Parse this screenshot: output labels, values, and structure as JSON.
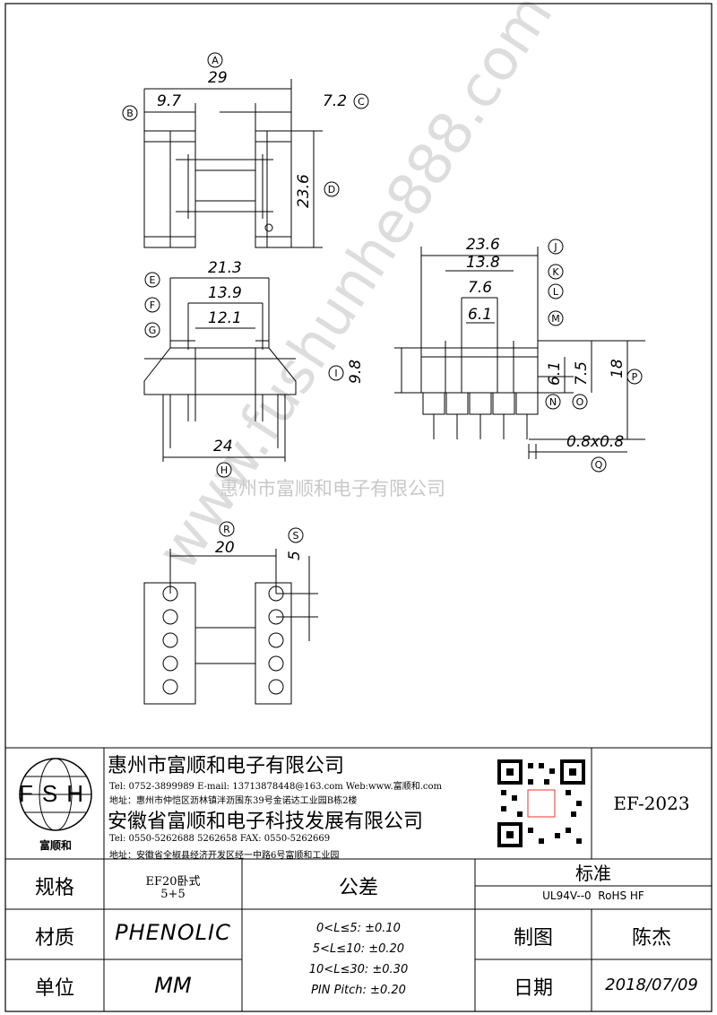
{
  "drawing": {
    "dimensions": {
      "overall_width": "29",
      "left_body": "9.7",
      "right_body": "7.2",
      "height_top": "23.6",
      "side_width": "21.3",
      "side_inner": "13.9",
      "side_core": "12.1",
      "side_total": "24",
      "side_height": "9.8",
      "end_width": "23.6",
      "end_inner": "13.8",
      "end_core": "7.6",
      "end_slot": "6.1",
      "end_v1": "6.1",
      "end_v2": "7.5",
      "end_height": "18",
      "pin_size": "0.8x0.8",
      "pin_row": "20",
      "pin_pitch": "5"
    },
    "labels": {
      "A": "A",
      "B": "B",
      "C": "C",
      "D": "D",
      "E": "E",
      "F": "F",
      "G": "G",
      "H": "H",
      "I": "I",
      "J": "J",
      "K": "K",
      "L": "L",
      "M": "M",
      "N": "N",
      "O": "O",
      "P": "P",
      "Q": "Q",
      "R": "R",
      "S": "S"
    },
    "watermark_company": "惠州市富顺和电子有限公司",
    "watermark_url": "www.fushunhe888.com"
  },
  "title_block": {
    "logo_letters": "FSH",
    "logo_name": "富顺和",
    "company1": "惠州市富顺和电子有限公司",
    "company1_contact": "Tel:  0752-3899989  E-mail: 13713878448@163.com  Web:www.富顺和.com",
    "company1_address": "地址：惠州市仲恺区沥林镇泮沥围东39号金诺达工业园B栋2楼",
    "company2": "安徽省富顺和电子科技发展有限公司",
    "company2_contact": "Tel:  0550-5262688  5262658     FAX: 0550-5262669",
    "company2_address": "地址：安徽省全椒县经济开发区经一中路6号富顺和工业园",
    "part_no": "EF-2023",
    "spec_label": "规格",
    "spec_value1": "EF20卧式",
    "spec_value2": "5+5",
    "tolerance_label": "公差",
    "standard_label": "标准",
    "standard_value": "UL94V--0  RoHS HF",
    "material_label": "材质",
    "material_value": "PHENOLIC",
    "tol1": "0<L≤5: ±0.10",
    "tol2": "5<L≤10: ±0.20",
    "tol3": "10<L≤30: ±0.30",
    "tol4": "PIN Pitch: ±0.20",
    "drawn_label": "制图",
    "drawn_value": "陈杰",
    "unit_label": "单位",
    "unit_value": "MM",
    "date_label": "日期",
    "date_value": "2018/07/09"
  }
}
